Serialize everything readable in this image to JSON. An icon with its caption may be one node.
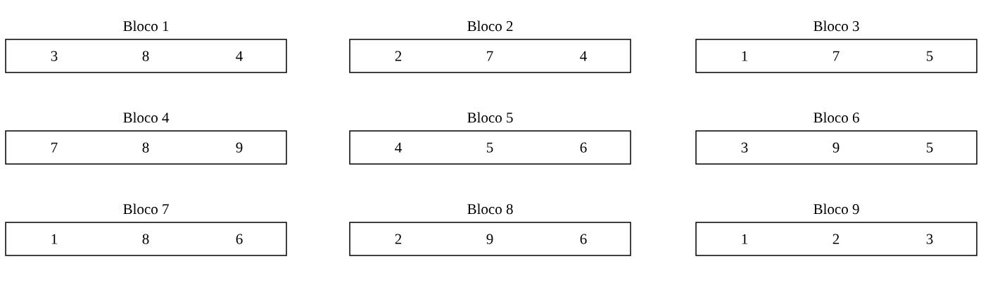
{
  "diagram": {
    "nodes": [
      {
        "text": [
          "Bloco 1",
          "3",
          "8",
          "4"
        ]
      },
      {
        "text": [
          "Bloco 2",
          "2",
          "7",
          "4"
        ]
      },
      {
        "text": [
          "Bloco 3",
          "1",
          "7",
          "5"
        ]
      },
      {
        "text": [
          "Bloco 4",
          "7",
          "8",
          "9"
        ]
      },
      {
        "text": [
          "Bloco 5",
          "4",
          "5",
          "6"
        ]
      },
      {
        "text": [
          "Bloco 6",
          "3",
          "9",
          "5"
        ]
      },
      {
        "text": [
          "Bloco 7",
          "1",
          "8",
          "6"
        ]
      },
      {
        "text": [
          "Bloco 8",
          "2",
          "9",
          "6"
        ]
      },
      {
        "text": [
          "Bloco 9",
          "1",
          "2",
          "3"
        ]
      }
    ]
  }
}
